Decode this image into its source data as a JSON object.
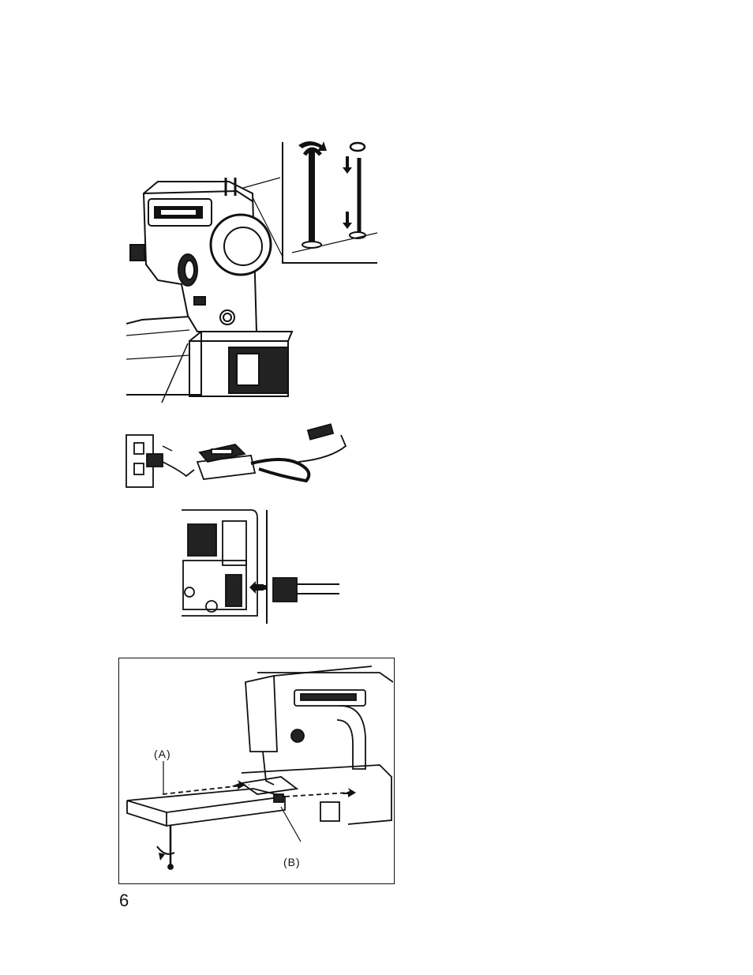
{
  "page": {
    "number": "6"
  },
  "figures": {
    "machine": {
      "name": "sewing-machine-with-spool-pins"
    },
    "foot_controller": {
      "name": "foot-controller-and-plug"
    },
    "socket": {
      "name": "machine-socket-connection"
    },
    "extension_table": {
      "name": "extension-table-attachment",
      "label_a": "(A)",
      "label_b": "(B)"
    }
  }
}
